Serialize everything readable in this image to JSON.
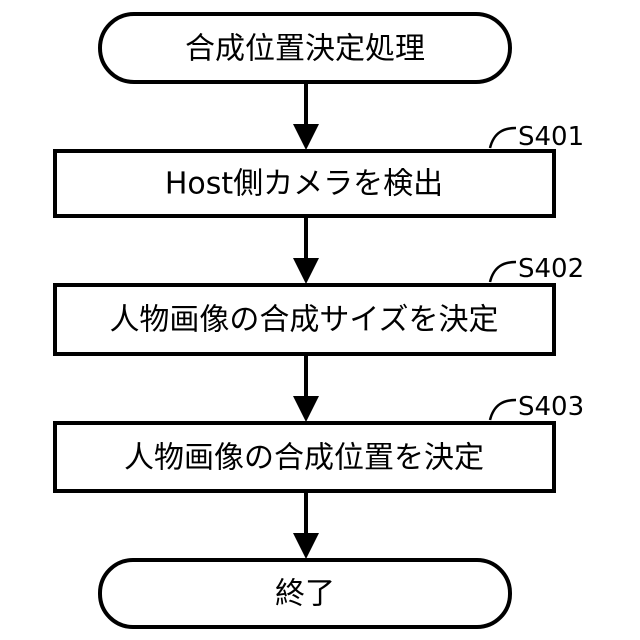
{
  "diagram": {
    "nodes": [
      {
        "id": "start",
        "shape": "terminal",
        "label": "合成位置決定処理"
      },
      {
        "id": "s401",
        "shape": "process",
        "label": "Host側カメラを検出",
        "step": "S401"
      },
      {
        "id": "s402",
        "shape": "process",
        "label": "人物画像の合成サイズを決定",
        "step": "S402"
      },
      {
        "id": "s403",
        "shape": "process",
        "label": "人物画像の合成位置を決定",
        "step": "S403"
      },
      {
        "id": "end",
        "shape": "terminal",
        "label": "終了"
      }
    ],
    "edges": [
      {
        "from": "start",
        "to": "s401"
      },
      {
        "from": "s401",
        "to": "s402"
      },
      {
        "from": "s402",
        "to": "s403"
      },
      {
        "from": "s403",
        "to": "end"
      }
    ]
  }
}
